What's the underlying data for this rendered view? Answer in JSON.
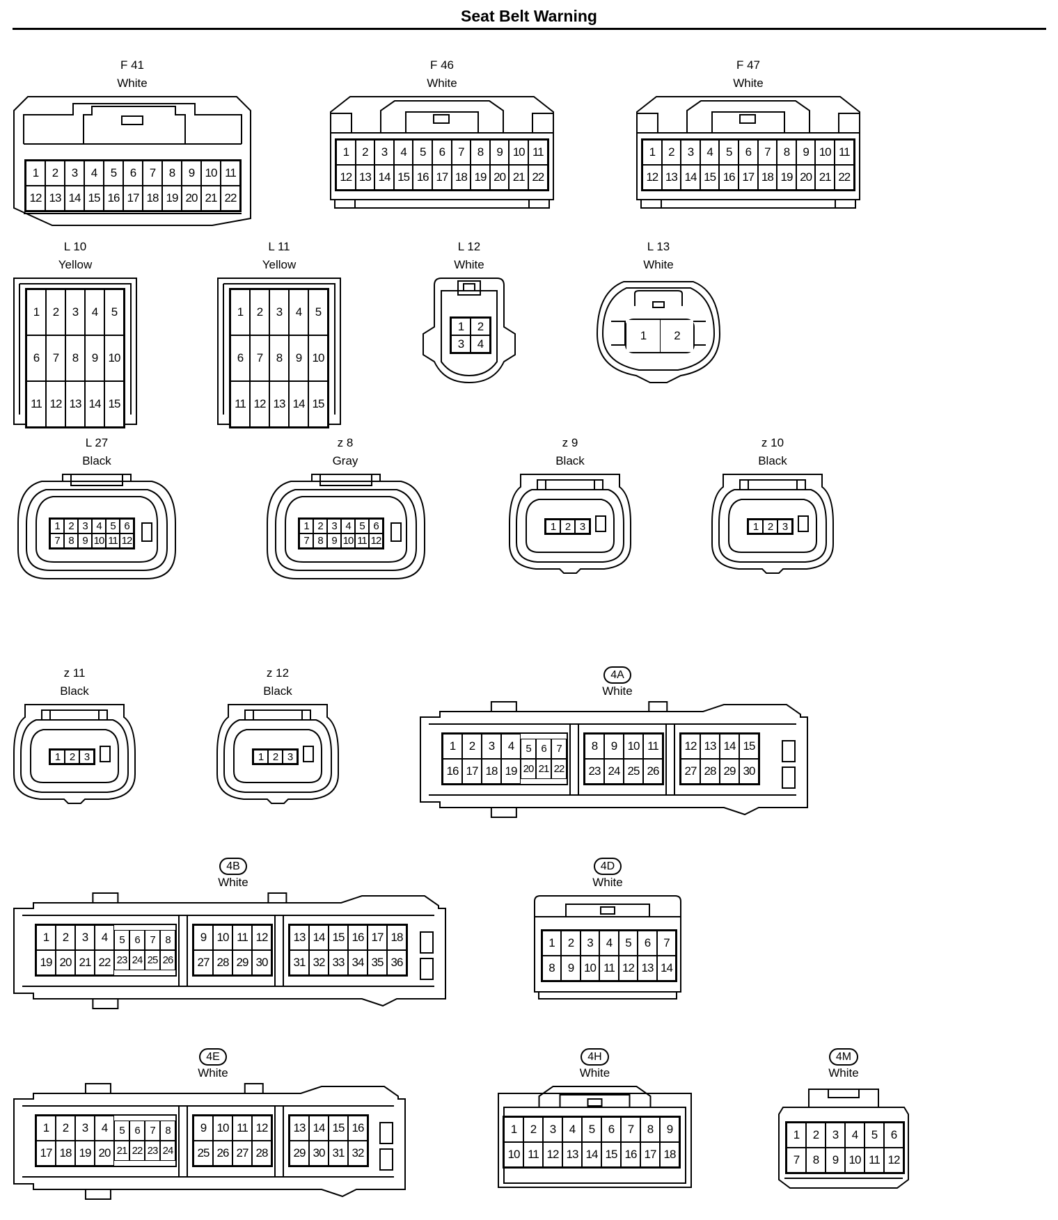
{
  "title": "Seat Belt Warning",
  "connectors": [
    {
      "id": "F 41",
      "color": "White",
      "badge": false,
      "type": "f41",
      "pin_rows": [
        [
          "1",
          "2",
          "3",
          "4",
          "5",
          "6",
          "7",
          "8",
          "9",
          "10",
          "11"
        ],
        [
          "12",
          "13",
          "14",
          "15",
          "16",
          "17",
          "18",
          "19",
          "20",
          "21",
          "22"
        ]
      ]
    },
    {
      "id": "F 46",
      "color": "White",
      "badge": false,
      "type": "f46",
      "pin_rows": [
        [
          "1",
          "2",
          "3",
          "4",
          "5",
          "6",
          "7",
          "8",
          "9",
          "10",
          "11"
        ],
        [
          "12",
          "13",
          "14",
          "15",
          "16",
          "17",
          "18",
          "19",
          "20",
          "21",
          "22"
        ]
      ]
    },
    {
      "id": "F 47",
      "color": "White",
      "badge": false,
      "type": "f46",
      "pin_rows": [
        [
          "1",
          "2",
          "3",
          "4",
          "5",
          "6",
          "7",
          "8",
          "9",
          "10",
          "11"
        ],
        [
          "12",
          "13",
          "14",
          "15",
          "16",
          "17",
          "18",
          "19",
          "20",
          "21",
          "22"
        ]
      ]
    },
    {
      "id": "L 10",
      "color": "Yellow",
      "badge": false,
      "type": "l10",
      "pin_rows": [
        [
          "1",
          "2",
          "3",
          "4",
          "5"
        ],
        [
          "6",
          "7",
          "8",
          "9",
          "10"
        ],
        [
          "11",
          "12",
          "13",
          "14",
          "15"
        ]
      ]
    },
    {
      "id": "L 11",
      "color": "Yellow",
      "badge": false,
      "type": "l10",
      "pin_rows": [
        [
          "1",
          "2",
          "3",
          "4",
          "5"
        ],
        [
          "6",
          "7",
          "8",
          "9",
          "10"
        ],
        [
          "11",
          "12",
          "13",
          "14",
          "15"
        ]
      ]
    },
    {
      "id": "L 12",
      "color": "White",
      "badge": false,
      "type": "l12",
      "pin_rows": [
        [
          "1",
          "2"
        ],
        [
          "3",
          "4"
        ]
      ]
    },
    {
      "id": "L 13",
      "color": "White",
      "badge": false,
      "type": "l13",
      "pin_rows": [
        [
          "1",
          "2"
        ]
      ]
    },
    {
      "id": "L 27",
      "color": "Black",
      "badge": false,
      "type": "round12",
      "pin_rows": [
        [
          "1",
          "2",
          "3",
          "4",
          "5",
          "6"
        ],
        [
          "7",
          "8",
          "9",
          "10",
          "11",
          "12"
        ]
      ]
    },
    {
      "id": "z 8",
      "color": "Gray",
      "badge": false,
      "type": "round12",
      "pin_rows": [
        [
          "1",
          "2",
          "3",
          "4",
          "5",
          "6"
        ],
        [
          "7",
          "8",
          "9",
          "10",
          "11",
          "12"
        ]
      ]
    },
    {
      "id": "z 9",
      "color": "Black",
      "badge": false,
      "type": "round3",
      "pin_rows": [
        [
          "1",
          "2",
          "3"
        ]
      ]
    },
    {
      "id": "z 10",
      "color": "Black",
      "badge": false,
      "type": "round3",
      "pin_rows": [
        [
          "1",
          "2",
          "3"
        ]
      ]
    },
    {
      "id": "z 11",
      "color": "Black",
      "badge": false,
      "type": "round3",
      "pin_rows": [
        [
          "1",
          "2",
          "3"
        ]
      ]
    },
    {
      "id": "z 12",
      "color": "Black",
      "badge": false,
      "type": "round3",
      "pin_rows": [
        [
          "1",
          "2",
          "3"
        ]
      ]
    },
    {
      "id": "4A",
      "color": "White",
      "badge": true,
      "type": "ecu",
      "blocks": [
        [
          [
            "1",
            "2",
            "3",
            "4",
            "5",
            "6",
            "7"
          ],
          [
            "16",
            "17",
            "18",
            "19",
            "20",
            "21",
            "22"
          ]
        ],
        [
          [
            "8",
            "9",
            "10",
            "11"
          ],
          [
            "23",
            "24",
            "25",
            "26"
          ]
        ],
        [
          [
            "12",
            "13",
            "14",
            "15"
          ],
          [
            "27",
            "28",
            "29",
            "30"
          ]
        ]
      ]
    },
    {
      "id": "4B",
      "color": "White",
      "badge": true,
      "type": "ecu",
      "blocks": [
        [
          [
            "1",
            "2",
            "3",
            "4",
            "5",
            "6",
            "7",
            "8"
          ],
          [
            "19",
            "20",
            "21",
            "22",
            "23",
            "24",
            "25",
            "26"
          ]
        ],
        [
          [
            "9",
            "10",
            "11",
            "12"
          ],
          [
            "27",
            "28",
            "29",
            "30"
          ]
        ],
        [
          [
            "13",
            "14",
            "15",
            "16",
            "17",
            "18"
          ],
          [
            "31",
            "32",
            "33",
            "34",
            "35",
            "36"
          ]
        ]
      ]
    },
    {
      "id": "4D",
      "color": "White",
      "badge": true,
      "type": "box14",
      "pin_rows": [
        [
          "1",
          "2",
          "3",
          "4",
          "5",
          "6",
          "7"
        ],
        [
          "8",
          "9",
          "10",
          "11",
          "12",
          "13",
          "14"
        ]
      ]
    },
    {
      "id": "4E",
      "color": "White",
      "badge": true,
      "type": "ecu",
      "blocks": [
        [
          [
            "1",
            "2",
            "3",
            "4",
            "5",
            "6",
            "7",
            "8"
          ],
          [
            "17",
            "18",
            "19",
            "20",
            "21",
            "22",
            "23",
            "24"
          ]
        ],
        [
          [
            "9",
            "10",
            "11",
            "12"
          ],
          [
            "25",
            "26",
            "27",
            "28"
          ]
        ],
        [
          [
            "13",
            "14",
            "15",
            "16"
          ],
          [
            "29",
            "30",
            "31",
            "32"
          ]
        ]
      ]
    },
    {
      "id": "4H",
      "color": "White",
      "badge": true,
      "type": "box18",
      "pin_rows": [
        [
          "1",
          "2",
          "3",
          "4",
          "5",
          "6",
          "7",
          "8",
          "9"
        ],
        [
          "10",
          "11",
          "12",
          "13",
          "14",
          "15",
          "16",
          "17",
          "18"
        ]
      ]
    },
    {
      "id": "4M",
      "color": "White",
      "badge": true,
      "type": "box12",
      "pin_rows": [
        [
          "1",
          "2",
          "3",
          "4",
          "5",
          "6"
        ],
        [
          "7",
          "8",
          "9",
          "10",
          "11",
          "12"
        ]
      ]
    }
  ]
}
